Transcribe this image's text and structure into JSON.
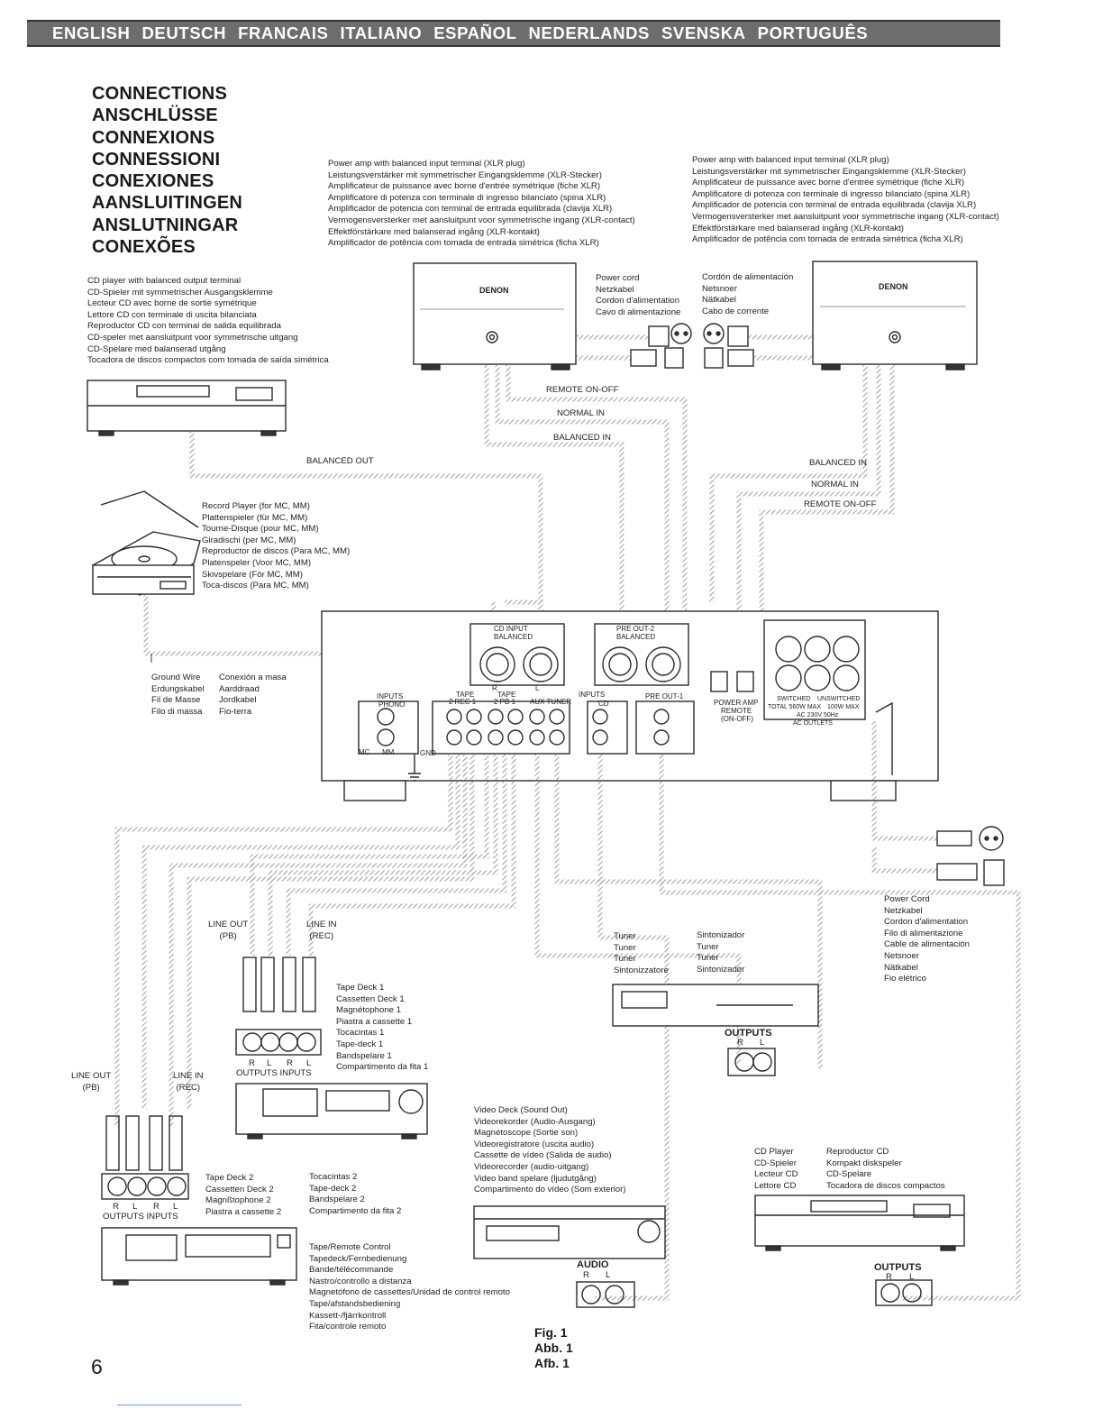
{
  "languages": [
    "ENGLISH",
    "DEUTSCH",
    "FRANCAIS",
    "ITALIANO",
    "ESPAÑOL",
    "NEDERLANDS",
    "SVENSKA",
    "PORTUGUÊS"
  ],
  "titles": [
    "CONNECTIONS",
    "ANSCHLÜSSE",
    "CONNEXIONS",
    "CONNESSIONI",
    "CONEXIONES",
    "AANSLUITINGEN",
    "ANSLUTNINGAR",
    "CONEXÕES"
  ],
  "power_amp_left": [
    "Power amp with balanced input terminal (XLR plug)",
    "Leistungsverstärker mit symmetrischer Eingangsklemme (XLR-Stecker)",
    "Amplificateur de puissance avec borne d'entrée symétrique (fiche XLR)",
    "Amplificatore di potenza con terminale di ingresso bilanciato (spina XLR)",
    "Amplificador de potencia con terminal de entrada equilibrada (clavija XLR)",
    "Vermogensversterker met aansluitpunt voor symmetrische ingang (XLR-contact)",
    "Effektförstärkare med balanserad ingång (XLR-kontakt)",
    "Amplificador de potência com tomada de entrada simétrica (ficha XLR)"
  ],
  "power_amp_right": [
    "Power amp with balanced input terminal (XLR plug)",
    "Leistungsverstärker mit symmetrischer Eingangsklemme (XLR-Stecker)",
    "Amplificateur de puissance avec borne d'entrée symétrique (fiche XLR)",
    "Amplificatore di potenza con terminale di ingresso bilanciato (spina XLR)",
    "Amplificador de potencia con terminal de entrada equilibrada (clavija XLR)",
    "Vermogensversterker met aansluitpunt voor symmetrische ingang (XLR-contact)",
    "Effektförstärkare med balanserad ingång (XLR-kontakt)",
    "Amplificador de potência com tomada de entrada simétrica (ficha XLR)"
  ],
  "cd_balanced": [
    "CD player with balanced output terminal",
    "CD-Spieler mit symmetrischer Ausgangsklemme",
    "Lecteur CD avec borne de sortie symétrique",
    "Lettore CD con terminale di uscita bilanciata",
    "Reproductor CD con terminal de salida equilibrada",
    "CD-speler met aansluitpunt voor symmetrische uitgang",
    "CD-Spelare med balanserad utgång",
    "Tocadora de discos compactos com tomada de saída simétrica"
  ],
  "power_cord_mid_a": [
    "Power cord",
    "Netzkabel",
    "Cordon d'alimentation",
    "Cavo di alimentazione"
  ],
  "power_cord_mid_b": [
    "Cordón de alimentación",
    "Netsnoer",
    "Nätkabel",
    "Cabo de corrente"
  ],
  "brand": "DENON",
  "signals": {
    "remote_on_off": "REMOTE ON-OFF",
    "normal_in": "NORMAL IN",
    "balanced_in": "BALANCED IN",
    "balanced_out": "BALANCED OUT",
    "remote_on_off_right": "REMOTE ON-OFF"
  },
  "record_player": [
    "Record Player (for MC, MM)",
    "Plattenspieler (für MC, MM)",
    "Tourne-Disque (pour MC, MM)",
    "Giradischi (per MC, MM)",
    "Reproductor de discos (Para MC, MM)",
    "Platenspeler (Voor MC, MM)",
    "Skivspelare (För MC, MM)",
    "Toca-discos (Para MC, MM)"
  ],
  "ground_wire_a": [
    "Ground Wire",
    "Erdungskabel",
    "Fil de Masse",
    "Filo di massa"
  ],
  "ground_wire_b": [
    "Conexión a masa",
    "Aarddraad",
    "Jordkabel",
    "Fio-terra"
  ],
  "panel": {
    "cd_input": "CD INPUT",
    "cd_balanced": "BALANCED",
    "pre_out_2": "PRE OUT-2",
    "pre_balanced": "BALANCED",
    "inputs_phono": "INPUTS",
    "phono": "PHONO",
    "tape2": "TAPE",
    "tape2_sub": "2 REC 1",
    "tape1": "TAPE",
    "tape1_sub": "2 PB 1",
    "aux_tuner": "AUX TUNER",
    "inputs": "INPUTS",
    "cd": "CD",
    "pre_out_1": "PRE OUT-1",
    "power_amp": "POWER AMP",
    "remote": "REMOTE",
    "on_off": "(ON-OFF)",
    "switched": "SWITCHED",
    "unswitched": "UNSWITCHED",
    "total_max": "TOTAL 560W MAX",
    "w100": "100W MAX",
    "ac_spec": "AC 230V 50Hz",
    "ac_outlets": "AC OUTLETS",
    "mc": "MC",
    "mm": "MM",
    "gnd": "GND",
    "r": "R",
    "l": "L"
  },
  "power_cord_right": [
    "Power Cord",
    "Netzkabel",
    "Cordon d'alimentation",
    "Filo di alimentazione",
    "Cable de alimentación",
    "Netsnoer",
    "Nätkabel",
    "Fio elétrico"
  ],
  "line_out_pb": [
    "LINE OUT",
    "(PB)"
  ],
  "line_in_rec": [
    "LINE IN",
    "(REC)"
  ],
  "tape_deck1": [
    "Tape Deck 1",
    "Cassetten Deck 1",
    "Magnétophone 1",
    "Piastra a cassette 1",
    "Tocacintas 1",
    "Tape-deck 1",
    "Bandspelare 1",
    "Compartimento da fita 1"
  ],
  "tape_deck2_a": [
    "Tape Deck 2",
    "Cassetten Deck 2",
    "Magnßtophone 2",
    "Piastra a cassette 2"
  ],
  "tape_deck2_b": [
    "Tocacintas 2",
    "Tape-deck 2",
    "Bandspelare 2",
    "Compartimento da fita 2"
  ],
  "rlrl": [
    "R",
    "L",
    "R",
    "L"
  ],
  "outputs_inputs": "OUTPUTS INPUTS",
  "tuner_a": [
    "Tuner",
    "Tuner",
    "Tuner",
    "Sintonizzatore"
  ],
  "tuner_b": [
    "Sintonizador",
    "Tuner",
    "Tuner",
    "Sintonizador"
  ],
  "outputs": "OUTPUTS",
  "audio": "AUDIO",
  "rl": [
    "R",
    "L"
  ],
  "video_deck": [
    "Video Deck (Sound Out)",
    "Videorekorder (Audio-Ausgang)",
    "Magnétoscope (Sortie son)",
    "Videoregistratore (uscita audio)",
    "Cassette de vídeo (Salida de audio)",
    "Videorecorder (audio-uitgang)",
    "Video band spelare (ljudutgång)",
    "Compartimento do vídeo (Som exterior)"
  ],
  "cd_player_a": [
    "CD Player",
    "CD-Spieler",
    "Lecteur CD",
    "Lettore CD"
  ],
  "cd_player_b": [
    "Reproductor CD",
    "Kompakt diskspeler",
    "CD-Spelare",
    "Tocadora de discos compactos"
  ],
  "tape_remote": [
    "Tape/Remote Control",
    "Tapedeck/Fernbedienung",
    "Bande/télécommande",
    "Nastro/controllo a distanza",
    "Magnetófono de cassettes/Unidad de control remoto",
    "Tape/afstandsbediening",
    "Kassett-/fjärrkontroll",
    "Fita/controle remoto"
  ],
  "figure": [
    "Fig. 1",
    "Abb. 1",
    "Afb. 1"
  ],
  "page_number": "6"
}
